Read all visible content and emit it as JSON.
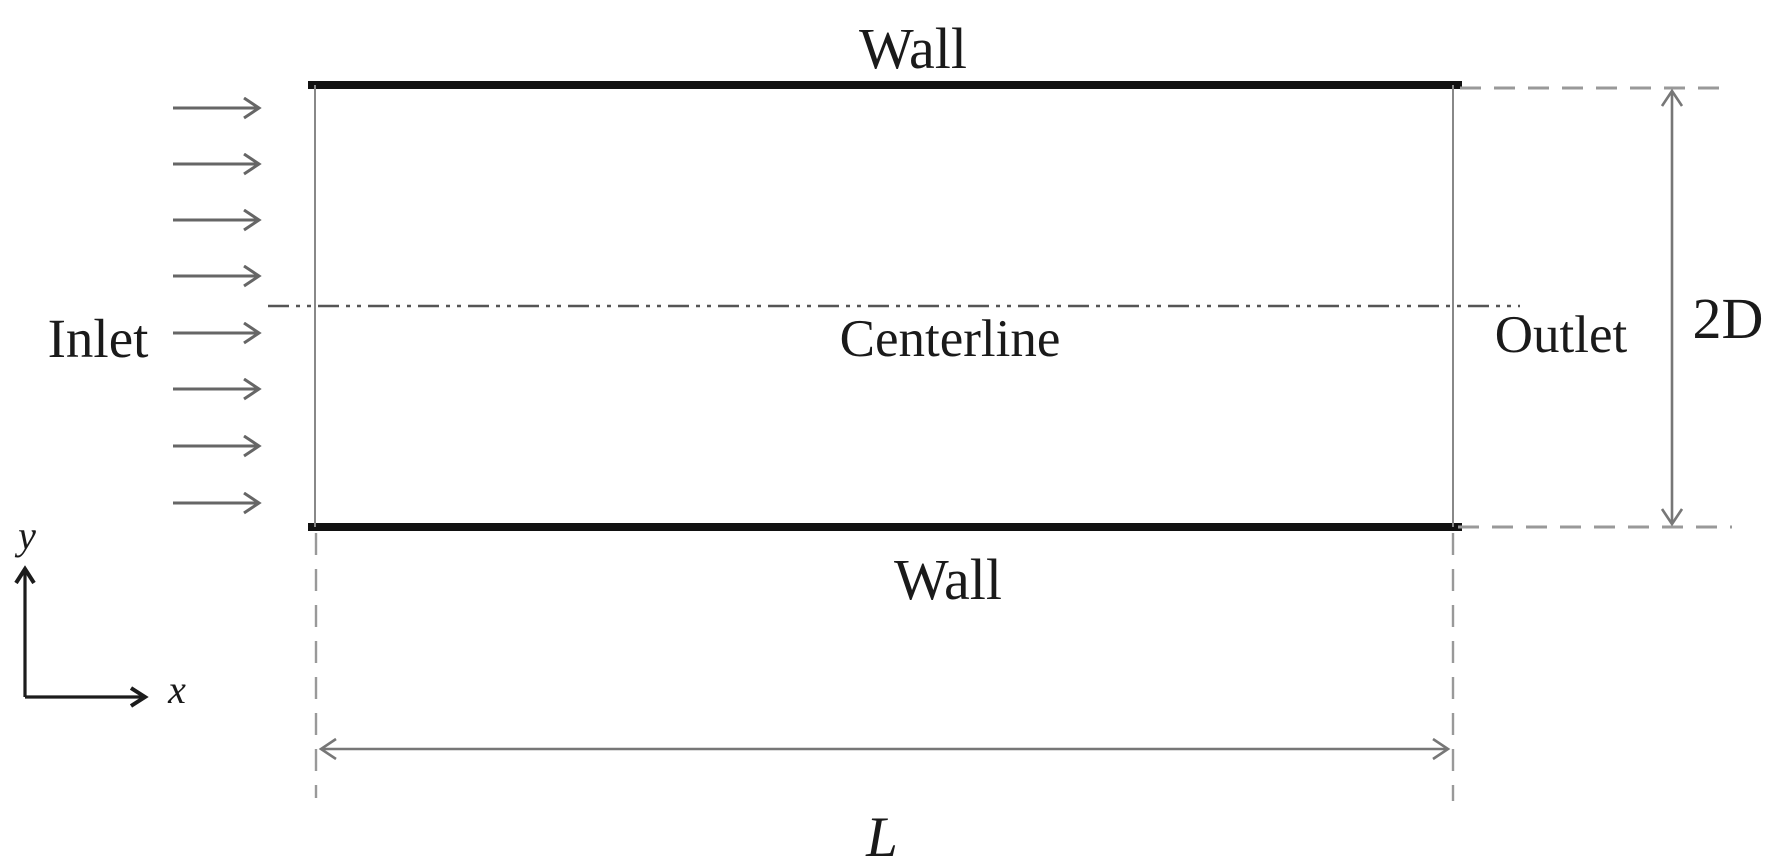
{
  "diagram": {
    "title_semantic": "2D channel flow computational domain schematic",
    "labels": {
      "wall_top": "Wall",
      "wall_bottom": "Wall",
      "inlet": "Inlet",
      "outlet": "Outlet",
      "centerline": "Centerline",
      "height_dimension": "2D",
      "length_dimension": "L",
      "axis_x": "x",
      "axis_y": "y"
    },
    "inlet_arrow_count": 8,
    "colors": {
      "background": "#ffffff",
      "wall_line": "#111111",
      "text": "#1a1a1a",
      "arrow_gray": "#666666",
      "dimension_gray": "#7d7d7d",
      "dashed_extension_gray": "#999999",
      "centerline_gray": "#555555",
      "axis_black": "#222222"
    }
  }
}
